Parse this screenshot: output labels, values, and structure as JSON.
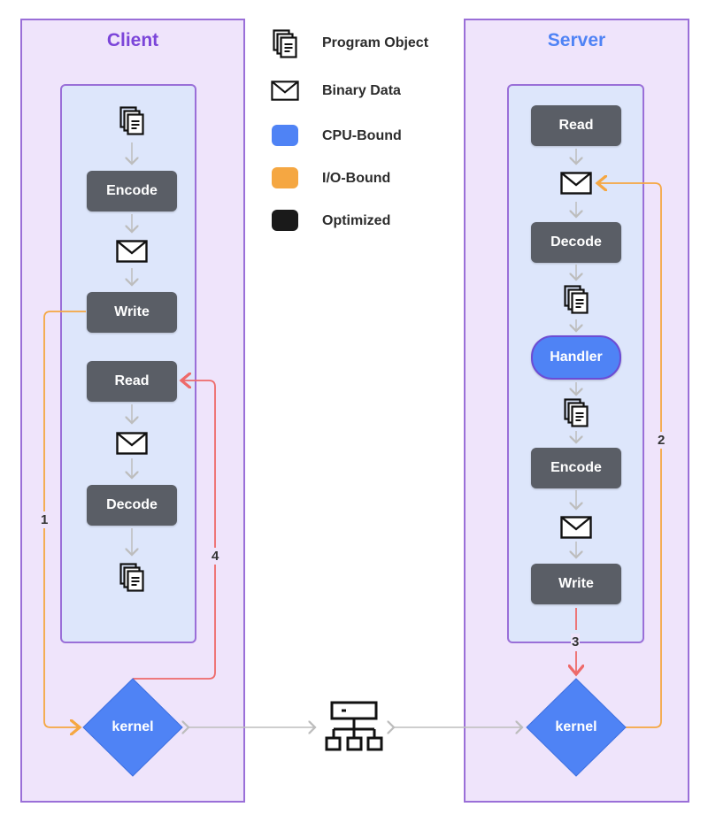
{
  "client": {
    "title": "Client",
    "title_color": "#7b45d9",
    "steps": {
      "encode": "Encode",
      "write": "Write",
      "read": "Read",
      "decode": "Decode"
    },
    "kernel": "kernel"
  },
  "server": {
    "title": "Server",
    "title_color": "#4f83f5",
    "steps": {
      "read": "Read",
      "decode": "Decode",
      "handler": "Handler",
      "encode": "Encode",
      "write": "Write"
    },
    "kernel": "kernel"
  },
  "legend": [
    {
      "label": "Program Object",
      "icon": "program-object-icon"
    },
    {
      "label": "Binary Data",
      "icon": "binary-data-icon"
    },
    {
      "label": "CPU-Bound",
      "color": "#4f83f5"
    },
    {
      "label": "I/O-Bound",
      "color": "#f5a742"
    },
    {
      "label": "Optimized",
      "color": "#1a1a1a"
    }
  ],
  "arrows": {
    "one": "1",
    "two": "2",
    "three": "3",
    "four": "4"
  },
  "colors": {
    "io": "#f5a742",
    "red": "#ee6a6a",
    "gray": "#bdbdbd",
    "diamond": "#4f83f5"
  }
}
